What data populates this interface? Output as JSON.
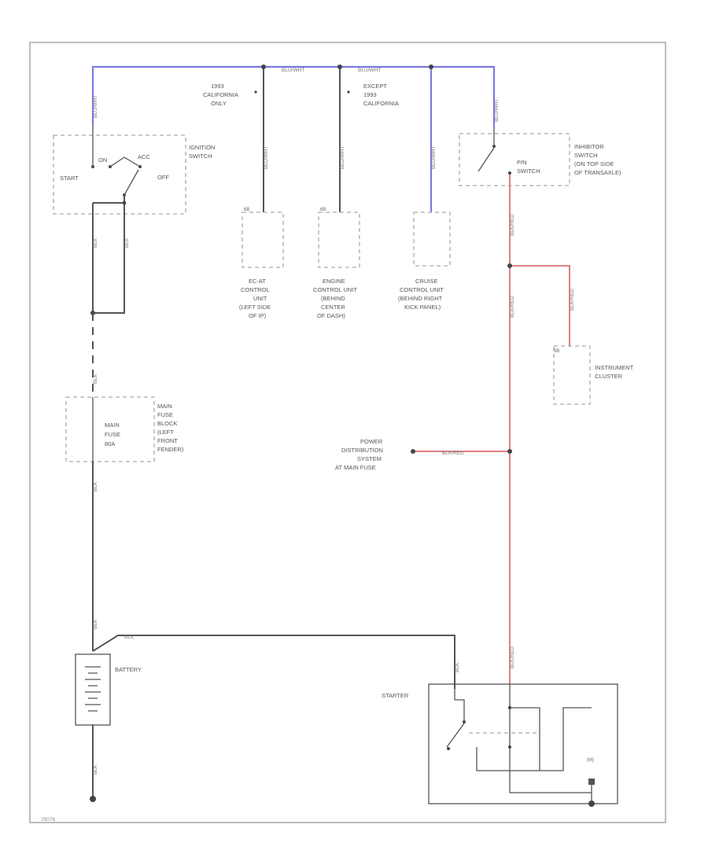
{
  "components": {
    "ignition_switch": {
      "title": [
        "IGNITION",
        "SWITCH"
      ],
      "pos_start": "START",
      "pos_on": "ON",
      "pos_acc": "ACC",
      "pos_off": "OFF"
    },
    "ecat": {
      "code": "6B",
      "label": [
        "EC-AT",
        "CONTROL",
        "UNIT",
        "(LEFT SIDE",
        "OF IP)"
      ]
    },
    "ecu": {
      "code": "6B",
      "label": [
        "ENGINE",
        "CONTROL UNIT",
        "(BEHIND",
        "CENTER",
        "OF DASH)"
      ]
    },
    "cruise": {
      "label": [
        "CRUISE",
        "CONTROL UNIT",
        "(BEHIND RIGHT",
        "KICK PANEL)"
      ]
    },
    "inhibitor": {
      "title": [
        "INHIBITOR",
        "SWITCH",
        "(ON TOP SIDE",
        "OF TRANSAXLE)"
      ],
      "contact": [
        "P/N",
        "SWITCH"
      ]
    },
    "instrument_cluster": {
      "code": "9B",
      "label": [
        "INSTRUMENT",
        "CLUSTER"
      ]
    },
    "main_fuse": {
      "title": [
        "MAIN",
        "FUSE",
        "BLOCK",
        "(LEFT",
        "FRONT",
        "FENDER)"
      ],
      "fuse": [
        "MAIN",
        "FUSE",
        "80A"
      ]
    },
    "power_dist": {
      "label": [
        "POWER",
        "DISTRIBUTION",
        "SYSTEM",
        "AT MAIN FUSE"
      ]
    },
    "battery": {
      "label": "BATTERY"
    },
    "starter": {
      "label": "STARTER",
      "m": "(M)"
    }
  },
  "notes": {
    "calif_only": [
      "1993",
      "CALIFORNIA",
      "ONLY"
    ],
    "except_calif": [
      "EXCEPT",
      "1993",
      "CALIFORNIA"
    ]
  },
  "wires": {
    "top_bus": "BLU/WHT",
    "top_bus_2": "BLU/WHT",
    "left_riser": "BLU/WHT",
    "inhibitor_in": "BLU/WHT",
    "ecat_drop": "BLU/WHT",
    "ecu_drop": "BLU/WHT",
    "cruise_drop": "BLU/WHT",
    "ign_out_1": "BLK",
    "ign_out_2": "BLK",
    "to_fuse": "BLK",
    "fuse_to_batt": "BLK",
    "batt_pos": "BLK",
    "batt_to_starter": "BLK",
    "starter_in": "BLK",
    "batt_gnd": "BLK",
    "red_1": "BLK/RED",
    "red_2": "BLK/RED",
    "red_cluster": "BLK/RED",
    "red_pdist": "BLK/RED",
    "red_starter": "BLK/RED"
  },
  "figure_id": "75076"
}
